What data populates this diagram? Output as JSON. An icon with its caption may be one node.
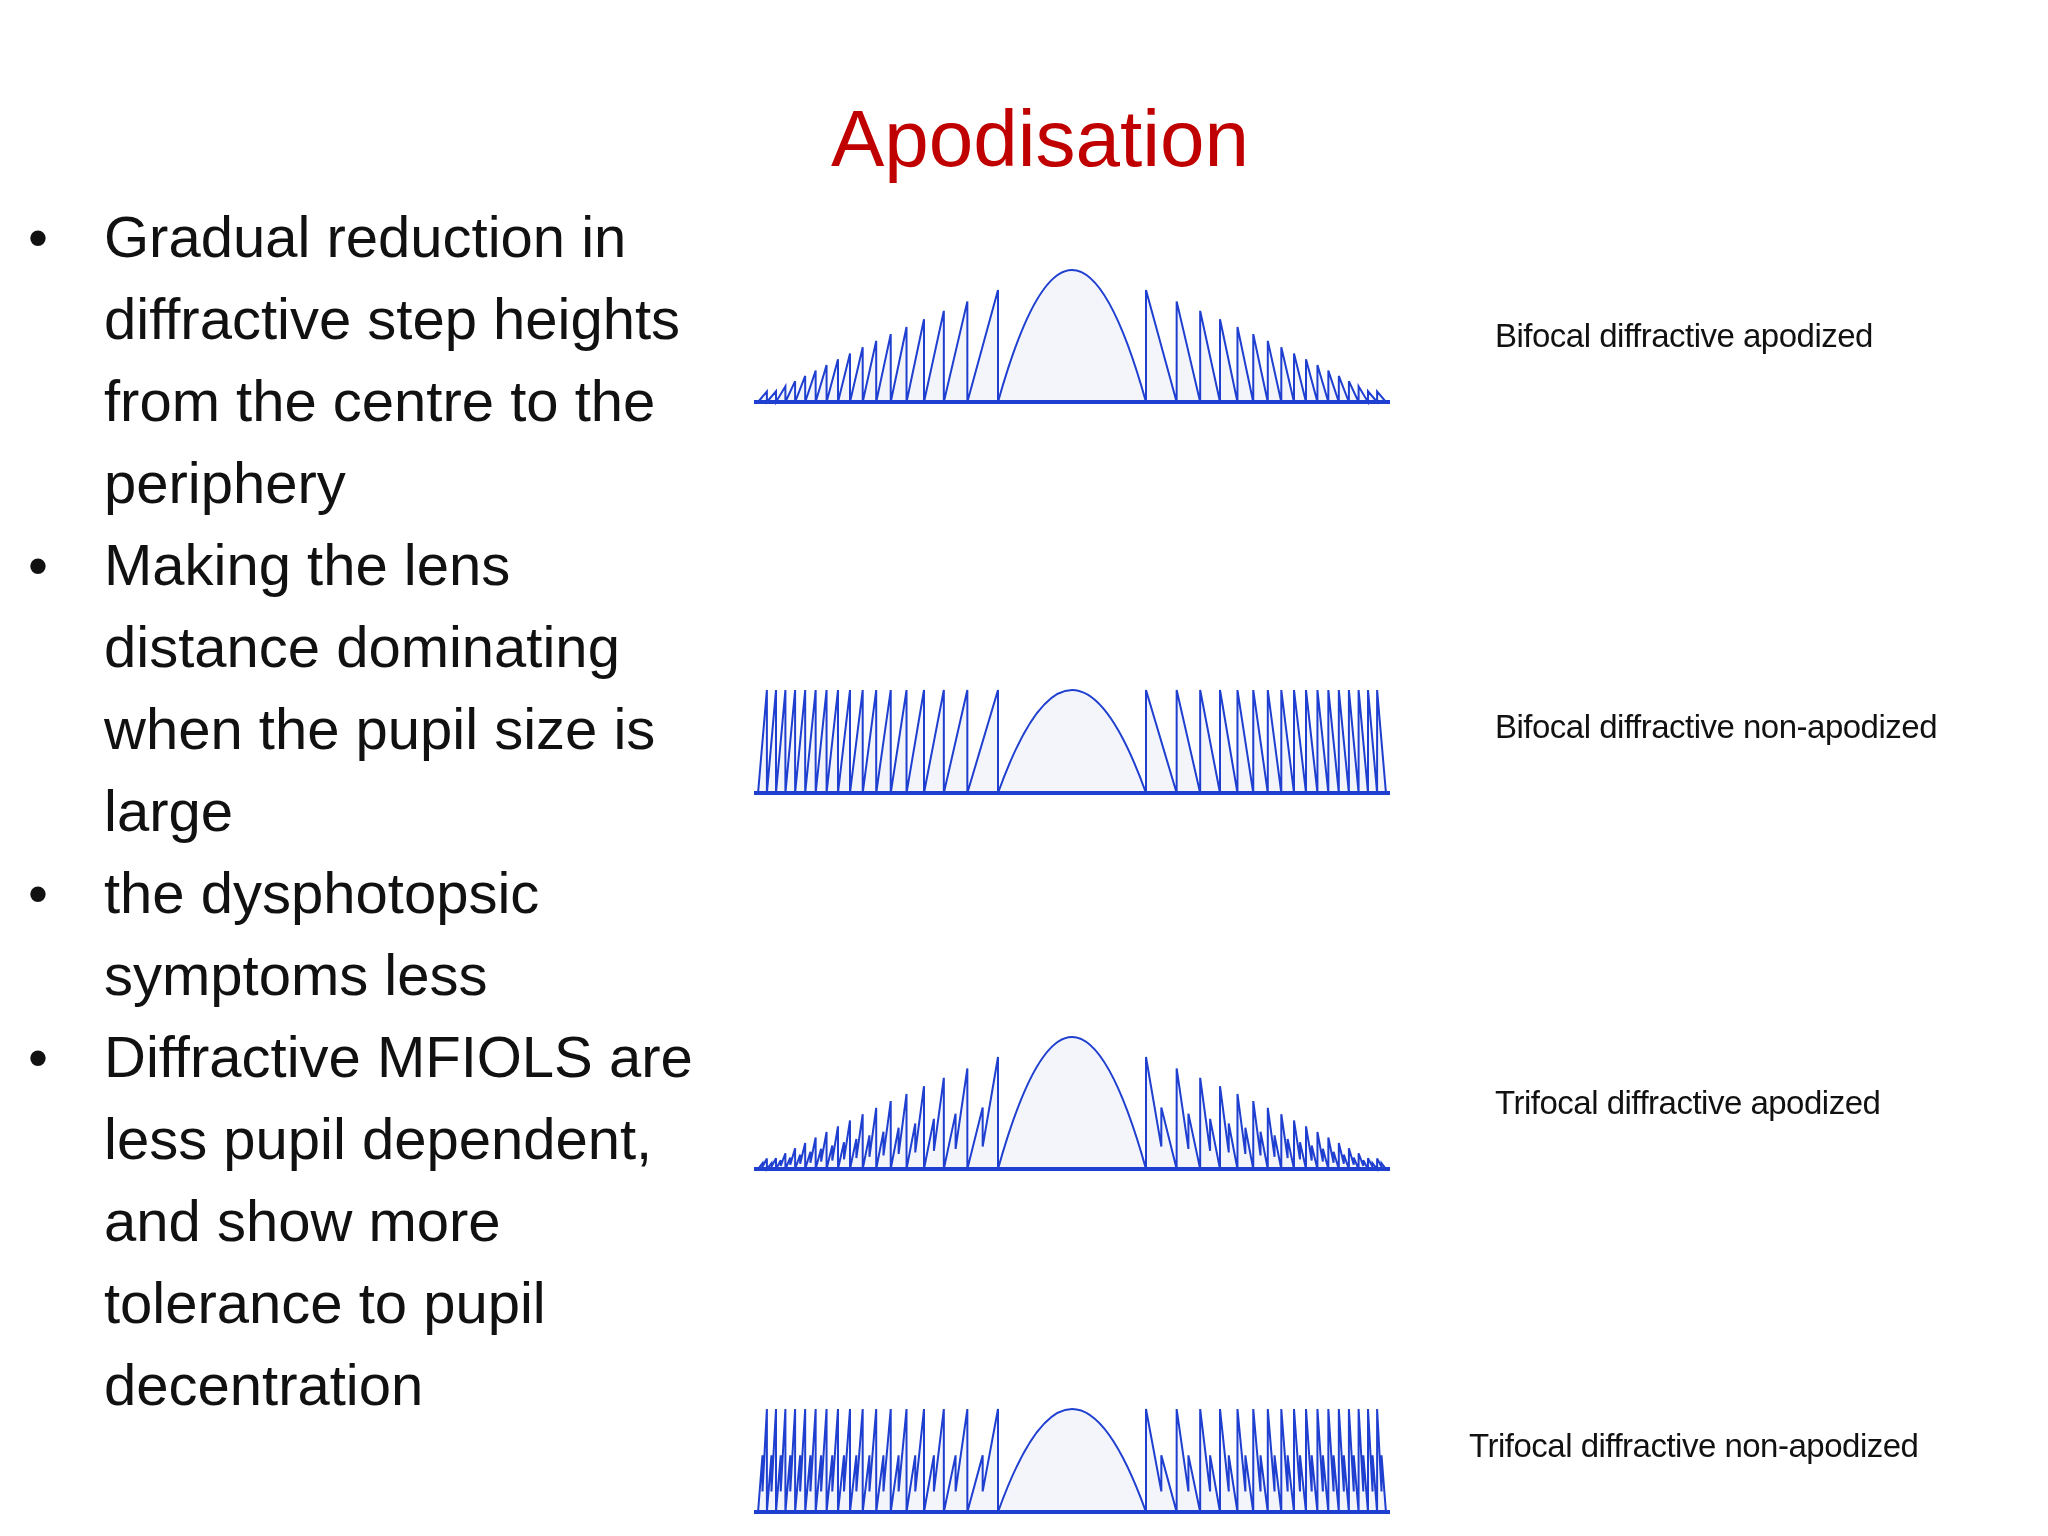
{
  "diagram": {
    "title": "Apodisation",
    "labels": [
      "•",
      "Gradual reduction in diffractive step heights from the centre to the periphery",
      "•",
      "Making the lens distance dominating when the pupil size is large",
      "•",
      "the dysphotopsic symptoms less",
      "•",
      "Diffractive MFIOLS are less pupil dependent, and show more tolerance to pupil decentration",
      "Bifocal diffractive apodized",
      "Bifocal diffractive non-apodized",
      "Trifocal diffractive apodized",
      "Trifocal diffractive non-apodized"
    ]
  }
}
